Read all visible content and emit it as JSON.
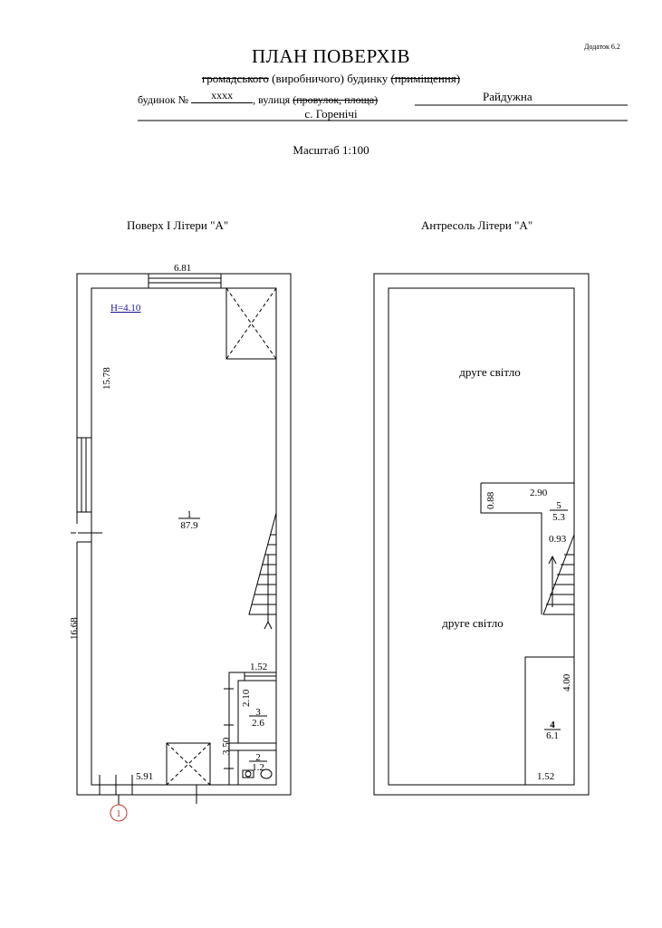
{
  "header": {
    "appendix": "Додаток 6.2",
    "title": "ПЛАН ПОВЕРХІВ",
    "subtitle_struck_1": "громадського",
    "subtitle_plain": " (виробничого) будинку ",
    "subtitle_struck_2": "(приміщення)",
    "house_label": "будинок №",
    "house_number": "xxxx",
    "street_label_plain": ", вулиця ",
    "street_label_struck": "(провулок, площа)",
    "street_name": "Райдужна",
    "village": "с. Горенічі",
    "scale": "Масштаб 1:100"
  },
  "floor1": {
    "label": "Поверх І Літери \"А\"",
    "height_label": "Н=4.10",
    "dims": {
      "top": "6.81",
      "left_upper": "15.78",
      "left_total": "16.68",
      "bottom": "5.91",
      "wc_width": "1.52",
      "room3_height": "2.10",
      "wc_block_height": "3.50"
    },
    "rooms": [
      {
        "number": "1",
        "area": "87.9"
      },
      {
        "number": "3",
        "area": "2.6"
      },
      {
        "number": "2",
        "area": "1.2"
      }
    ],
    "axis_marker": "1"
  },
  "mezzanine": {
    "label": "Антресоль Літери \"А\"",
    "void_upper": "друге світло",
    "void_lower": "друге світло",
    "dims": {
      "room5_width": "2.90",
      "room5_height": "0.88",
      "stair_gap": "0.93",
      "room4_height": "4.00",
      "room4_width": "1.52"
    },
    "rooms": [
      {
        "number": "5",
        "area": "5.3"
      },
      {
        "number": "4",
        "area": "6.1"
      }
    ]
  },
  "colors": {
    "ink": "#000000",
    "height_mark": "#1a1a9c",
    "axis_marker": "#c0392b"
  }
}
